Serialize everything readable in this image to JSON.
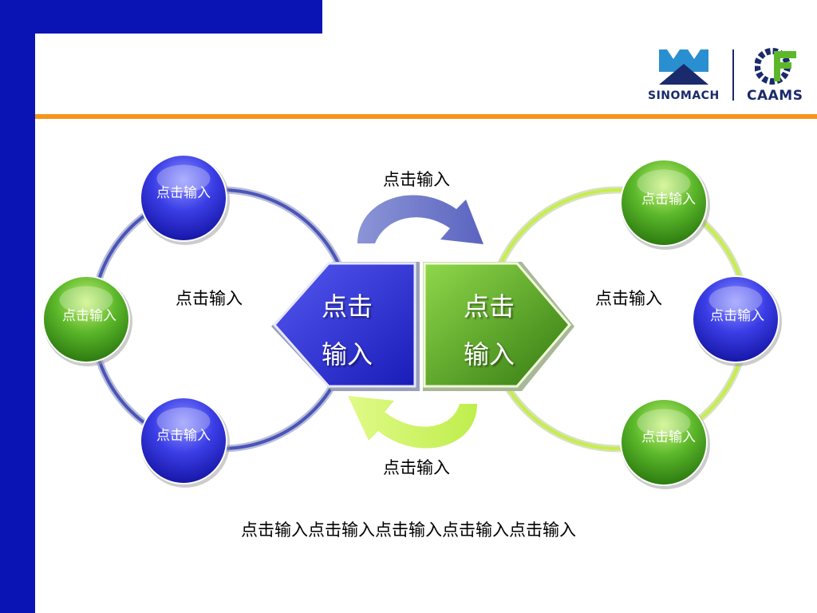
{
  "brand": {
    "logo_left_text": "SINOMACH",
    "logo_right_text": "CAAMS",
    "bar_color": "#0a14b4",
    "accent_color": "#f7941d"
  },
  "diagram": {
    "top_label": "点击输入",
    "bottom_label": "点击输入",
    "left_inner_label": "点击输入",
    "right_inner_label": "点击输入",
    "center_left_line1": "点击",
    "center_left_line2": "输入",
    "center_right_line1": "点击",
    "center_right_line2": "输入",
    "left_nodes": [
      "点击输入",
      "点击输入",
      "点击输入"
    ],
    "right_nodes": [
      "点击输入",
      "点击输入",
      "点击输入"
    ],
    "colors": {
      "blue": "#3b3ee6",
      "green": "#5cb82a",
      "lime": "#ccf25c",
      "arrow_blue": "#7d86cf"
    }
  },
  "footer_text": "点击输入点击输入点击输入点击输入点击输入"
}
